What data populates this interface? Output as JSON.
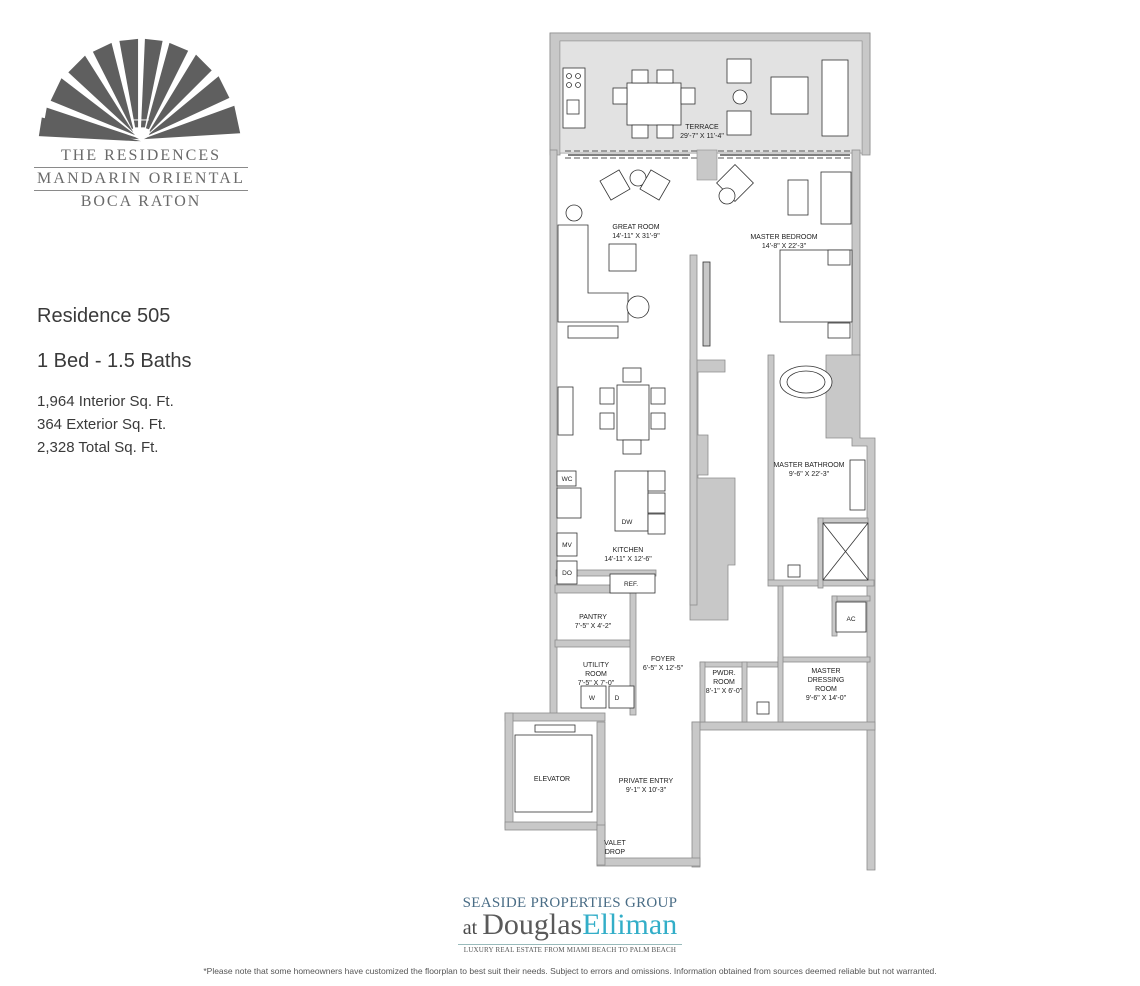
{
  "logo": {
    "icon": "fan-icon",
    "line1": "THE RESIDENCES",
    "line2": "MANDARIN ORIENTAL",
    "line3": "BOCA RATON",
    "color": "#5f5f5f"
  },
  "unit": {
    "residence": "Residence 505",
    "beds_baths": "1 Bed - 1.5 Baths",
    "interior": "1,964 Interior Sq. Ft.",
    "exterior": "364 Exterior Sq. Ft.",
    "total": "2,328 Total Sq. Ft."
  },
  "rooms": {
    "terrace": {
      "name": "TERRACE",
      "dims": "29'-7\" X 11'-4\""
    },
    "great_room": {
      "name": "GREAT ROOM",
      "dims": "14'-11\" X 31'-9\""
    },
    "master_bedroom": {
      "name": "MASTER BEDROOM",
      "dims": "14'-8\" X 22'-3\""
    },
    "master_bathroom": {
      "name": "MASTER BATHROOM",
      "dims": "9'-6\" X 22'-3\""
    },
    "kitchen": {
      "name": "KITCHEN",
      "dims": "14'-11\" X 12'-6\""
    },
    "pantry": {
      "name": "PANTRY",
      "dims": "7'-5\" X 4'-2\""
    },
    "utility_room": {
      "name1": "UTILITY",
      "name2": "ROOM",
      "dims": "7'-5\" X 7'-0\""
    },
    "foyer": {
      "name": "FOYER",
      "dims": "6'-5\" X 12'-5\""
    },
    "powder_room": {
      "name1": "PWDR.",
      "name2": "ROOM",
      "dims": "8'-1\" X 6'-0\""
    },
    "master_dressing": {
      "name1": "MASTER",
      "name2": "DRESSING",
      "name3": "ROOM",
      "dims": "9'-6\" X 14'-0\""
    },
    "elevator": {
      "name": "ELEVATOR"
    },
    "private_entry": {
      "name": "PRIVATE ENTRY",
      "dims": "9'-1\" X 10'-3\""
    },
    "valet_drop": {
      "name1": "VALET",
      "name2": "DROP"
    }
  },
  "appliances": {
    "wc": "WC",
    "mv": "MV",
    "do": "DO",
    "ref": "REF.",
    "dw": "DW",
    "washer": "W",
    "dryer": "D",
    "ac": "AC"
  },
  "brand": {
    "line1": "SEASIDE PROPERTIES GROUP",
    "at": "at ",
    "douglas": "Douglas",
    "elliman": "Elliman",
    "tagline": "LUXURY REAL ESTATE FROM MIAMI BEACH TO PALM BEACH",
    "accent_color": "#33aec8"
  },
  "disclaimer": "*Please note that some homeowners have customized the floorplan to best suit their needs. Subject to errors and omissions. Information obtained from sources deemed reliable but not warranted.",
  "colors": {
    "wall": "#c8c8c8",
    "wall_stroke": "#8c8c8c",
    "terrace_fill": "#e2e2e2",
    "line": "#333333"
  }
}
